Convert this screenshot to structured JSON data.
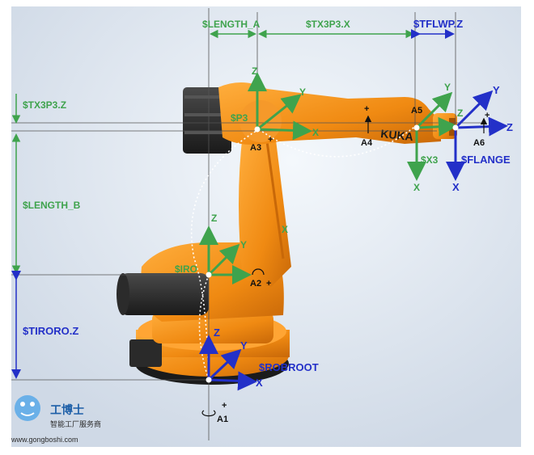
{
  "dimensions": {
    "length_a": "$LENGTH_A",
    "tx3p3_x": "$TX3P3.X",
    "tflwp_z": "$TFLWP.Z",
    "tx3p3_z": "$TX3P3.Z",
    "length_b": "$LENGTH_B",
    "tiroro_z": "$TIRORO.Z"
  },
  "frames": {
    "p3": "$P3",
    "iro": "$IRO",
    "robroot": "$ROBROOT",
    "flange": "$FLANGE",
    "x3": "$X3"
  },
  "axes": {
    "a1": "A1",
    "a2": "A2",
    "a3": "A3",
    "a4": "A4",
    "a5": "A5",
    "a6": "A6"
  },
  "axis_letters": {
    "x": "X",
    "y": "Y",
    "z": "Z",
    "plus": "+"
  },
  "watermark": {
    "brand_cn": "工博士",
    "slogan_cn": "智能工厂服务商",
    "url": "www.gongboshi.com"
  },
  "brand_on_arm": "KUKA",
  "colors": {
    "green_frame": "#3fa34d",
    "blue_frame": "#2330c8",
    "robot_orange": "#f08a12"
  }
}
